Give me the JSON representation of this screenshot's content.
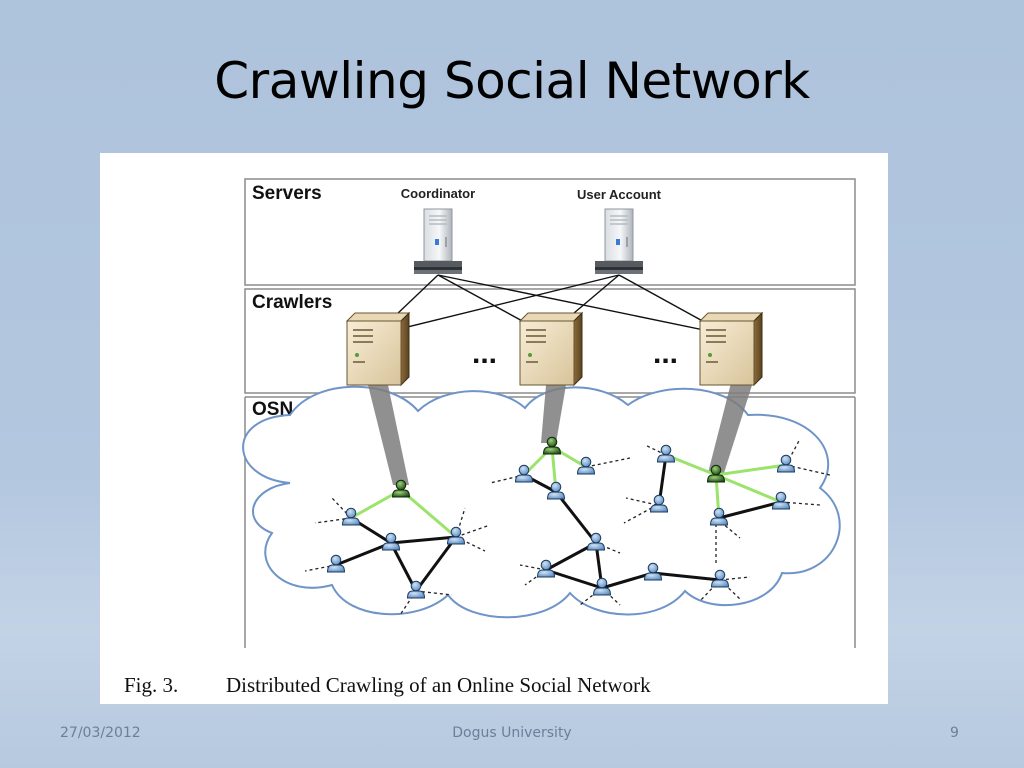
{
  "slide": {
    "title": "Crawling Social Network"
  },
  "diagram": {
    "sections": {
      "servers": "Servers",
      "crawlers": "Crawlers",
      "osn": "OSN"
    },
    "servers": {
      "coordinator": "Coordinator",
      "user_account": "User Account"
    },
    "ellipsis": "...",
    "caption_number": "Fig. 3.",
    "caption_text": "Distributed Crawling of an Online Social Network",
    "colors": {
      "cloud_stroke": "#6f94c8",
      "friend_link": "#9be36a",
      "user_node": "#7aa7d6",
      "crawler_node": "#3d7a2c"
    }
  },
  "footer": {
    "date": "27/03/2012",
    "organization": "Dogus University",
    "page_number": "9"
  }
}
